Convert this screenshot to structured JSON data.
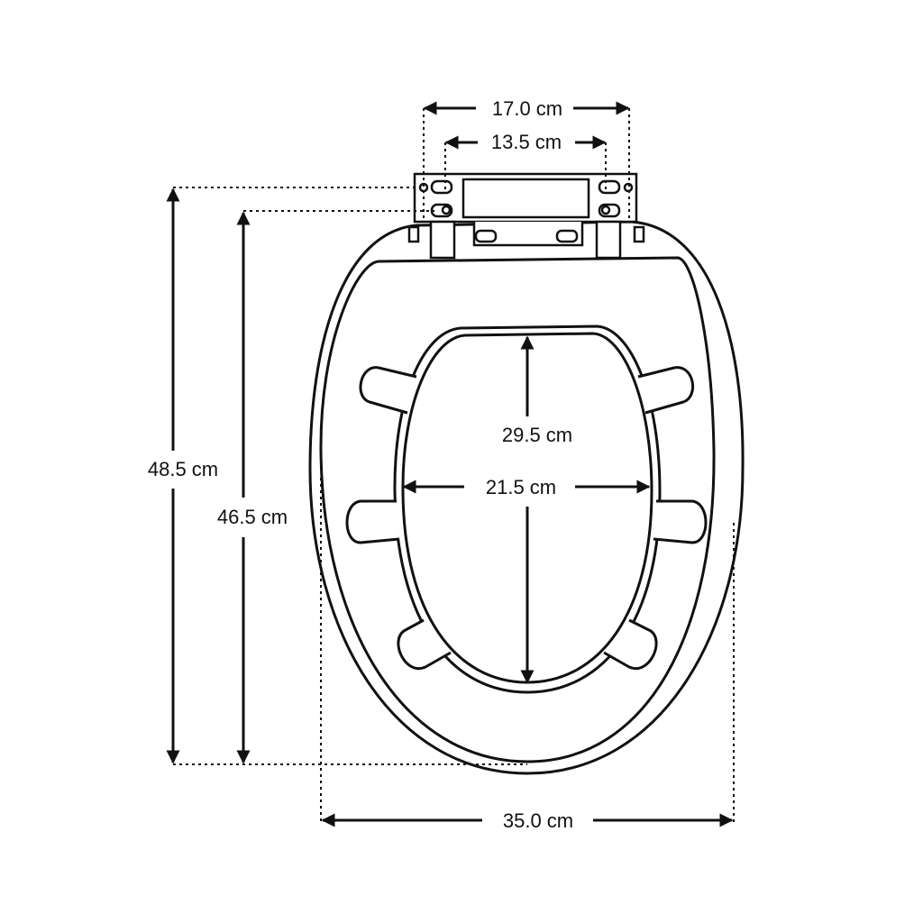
{
  "dimensions": {
    "hinge_outer_width": "17.0 cm",
    "hinge_inner_width": "13.5 cm",
    "total_length": "48.5 cm",
    "seat_length": "46.5 cm",
    "opening_length": "29.5 cm",
    "opening_width": "21.5 cm",
    "seat_width": "35.0 cm"
  },
  "colors": {
    "line": "#111111",
    "background": "#ffffff"
  }
}
